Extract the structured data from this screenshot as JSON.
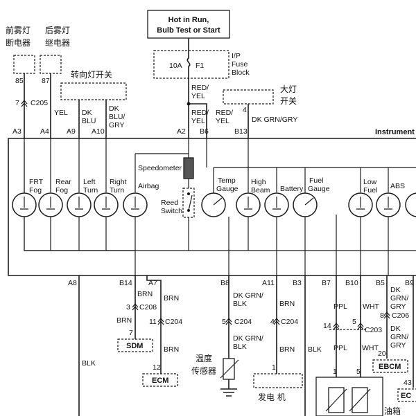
{
  "power": {
    "line1": "Hot in Run,",
    "line2": "Bulb Test or Start"
  },
  "fuse": {
    "amps": "10A",
    "id": "F1",
    "block1": "I/P",
    "block2": "Fuse",
    "block3": "Block"
  },
  "relays": {
    "front_fog": {
      "line1": "前雾灯",
      "line2": "断电器",
      "pin": "85"
    },
    "rear_fog": {
      "line1": "后雾灯",
      "line2": "继电器",
      "pin": "87"
    }
  },
  "turn_switch": "转向灯开关",
  "headlamp_switch": {
    "line1": "大灯",
    "line2": "开关",
    "pin": "4"
  },
  "connector_top": "C205",
  "connector_top_pin": "7",
  "wire_colors": {
    "yel": "YEL",
    "dk_blu_1": "DK",
    "dk_blu_2": "BLU",
    "dk_blu_gry_1": "DK",
    "dk_blu_gry_2": "BLU/",
    "dk_blu_gry_3": "GRY",
    "red_yel_1": "RED/",
    "red_yel_2": "YEL",
    "red_yel_b_1": "RED/",
    "red_yel_b_2": "YEL",
    "red_yel_c_1": "RED/",
    "red_yel_c_2": "YEL",
    "dk_grn_gry": "DK GRN/GRY"
  },
  "top_pins": [
    "A3",
    "A4",
    "A9",
    "A10",
    "A2",
    "B6",
    "B13"
  ],
  "cluster_label": "Instrument C",
  "indicators": {
    "frt_fog_1": "FRT",
    "frt_fog_2": "Fog",
    "rear_fog_1": "Rear",
    "rear_fog_2": "Fog",
    "left_turn_1": "Left",
    "left_turn_2": "Turn",
    "right_turn_1": "Right",
    "right_turn_2": "Turn",
    "airbag": "Airbag",
    "speedometer": "Speedometer",
    "reed_1": "Reed",
    "reed_2": "Switch",
    "temp_1": "Temp",
    "temp_2": "Gauge",
    "high_1": "High",
    "high_2": "Beam",
    "battery": "Battery",
    "fuel_1": "Fuel",
    "fuel_2": "Gauge",
    "low_1": "Low",
    "low_2": "Fuel",
    "abs": "ABS"
  },
  "bottom_pins": [
    "A8",
    "B14",
    "A7",
    "B8",
    "A11",
    "B3",
    "B7",
    "B10",
    "B5",
    "B9"
  ],
  "bottom_wires": {
    "brn_a": "BRN",
    "brn_b": "BRN",
    "brn_c": "BRN",
    "brn_d": "BRN",
    "brn_e": "BRN",
    "brn_f": "BRN",
    "dkgrn_blk_1": "DK GRN/",
    "dkgrn_blk_2": "BLK",
    "dkgrn_blk_3": "DK GRN/",
    "dkgrn_blk_4": "BLK",
    "blk_left": "BLK",
    "blk_mid": "BLK",
    "ppl_1": "PPL",
    "ppl_2": "PPL",
    "wht_1": "WHT",
    "wht_2": "WHT",
    "dkgrngry_a1": "DK",
    "dkgrngry_a2": "GRN/",
    "dkgrngry_a3": "GRY",
    "dkgrngry_b1": "DK",
    "dkgrngry_b2": "GRN/",
    "dkgrngry_b3": "GRY"
  },
  "connectors": {
    "c208": "C208",
    "c208_pin": "3",
    "c204_a": "C204",
    "c204_a_pin": "11",
    "c204_b": "C204",
    "c204_b_pin": "5",
    "c204_c": "C204",
    "c204_c_pin": "4",
    "c203": "C203",
    "c203_pin_a": "14",
    "c203_pin_b": "5",
    "c206": "C206",
    "c206_pin": "8"
  },
  "modules": {
    "sdm": "SDM",
    "sdm_pin": "7",
    "ecm": "ECM",
    "ecm_pin": "12",
    "ebcm": "EBCM",
    "ebcm_pin": "20",
    "ec_right": "EC",
    "ec_right_pin": "43"
  },
  "temp_sensor": {
    "line1": "温度",
    "line2": "传感器"
  },
  "generator": {
    "label": "发电 机",
    "pin": "1"
  },
  "fuel_tank": {
    "label": "油箱",
    "pin1": "1",
    "pin2": "5"
  }
}
